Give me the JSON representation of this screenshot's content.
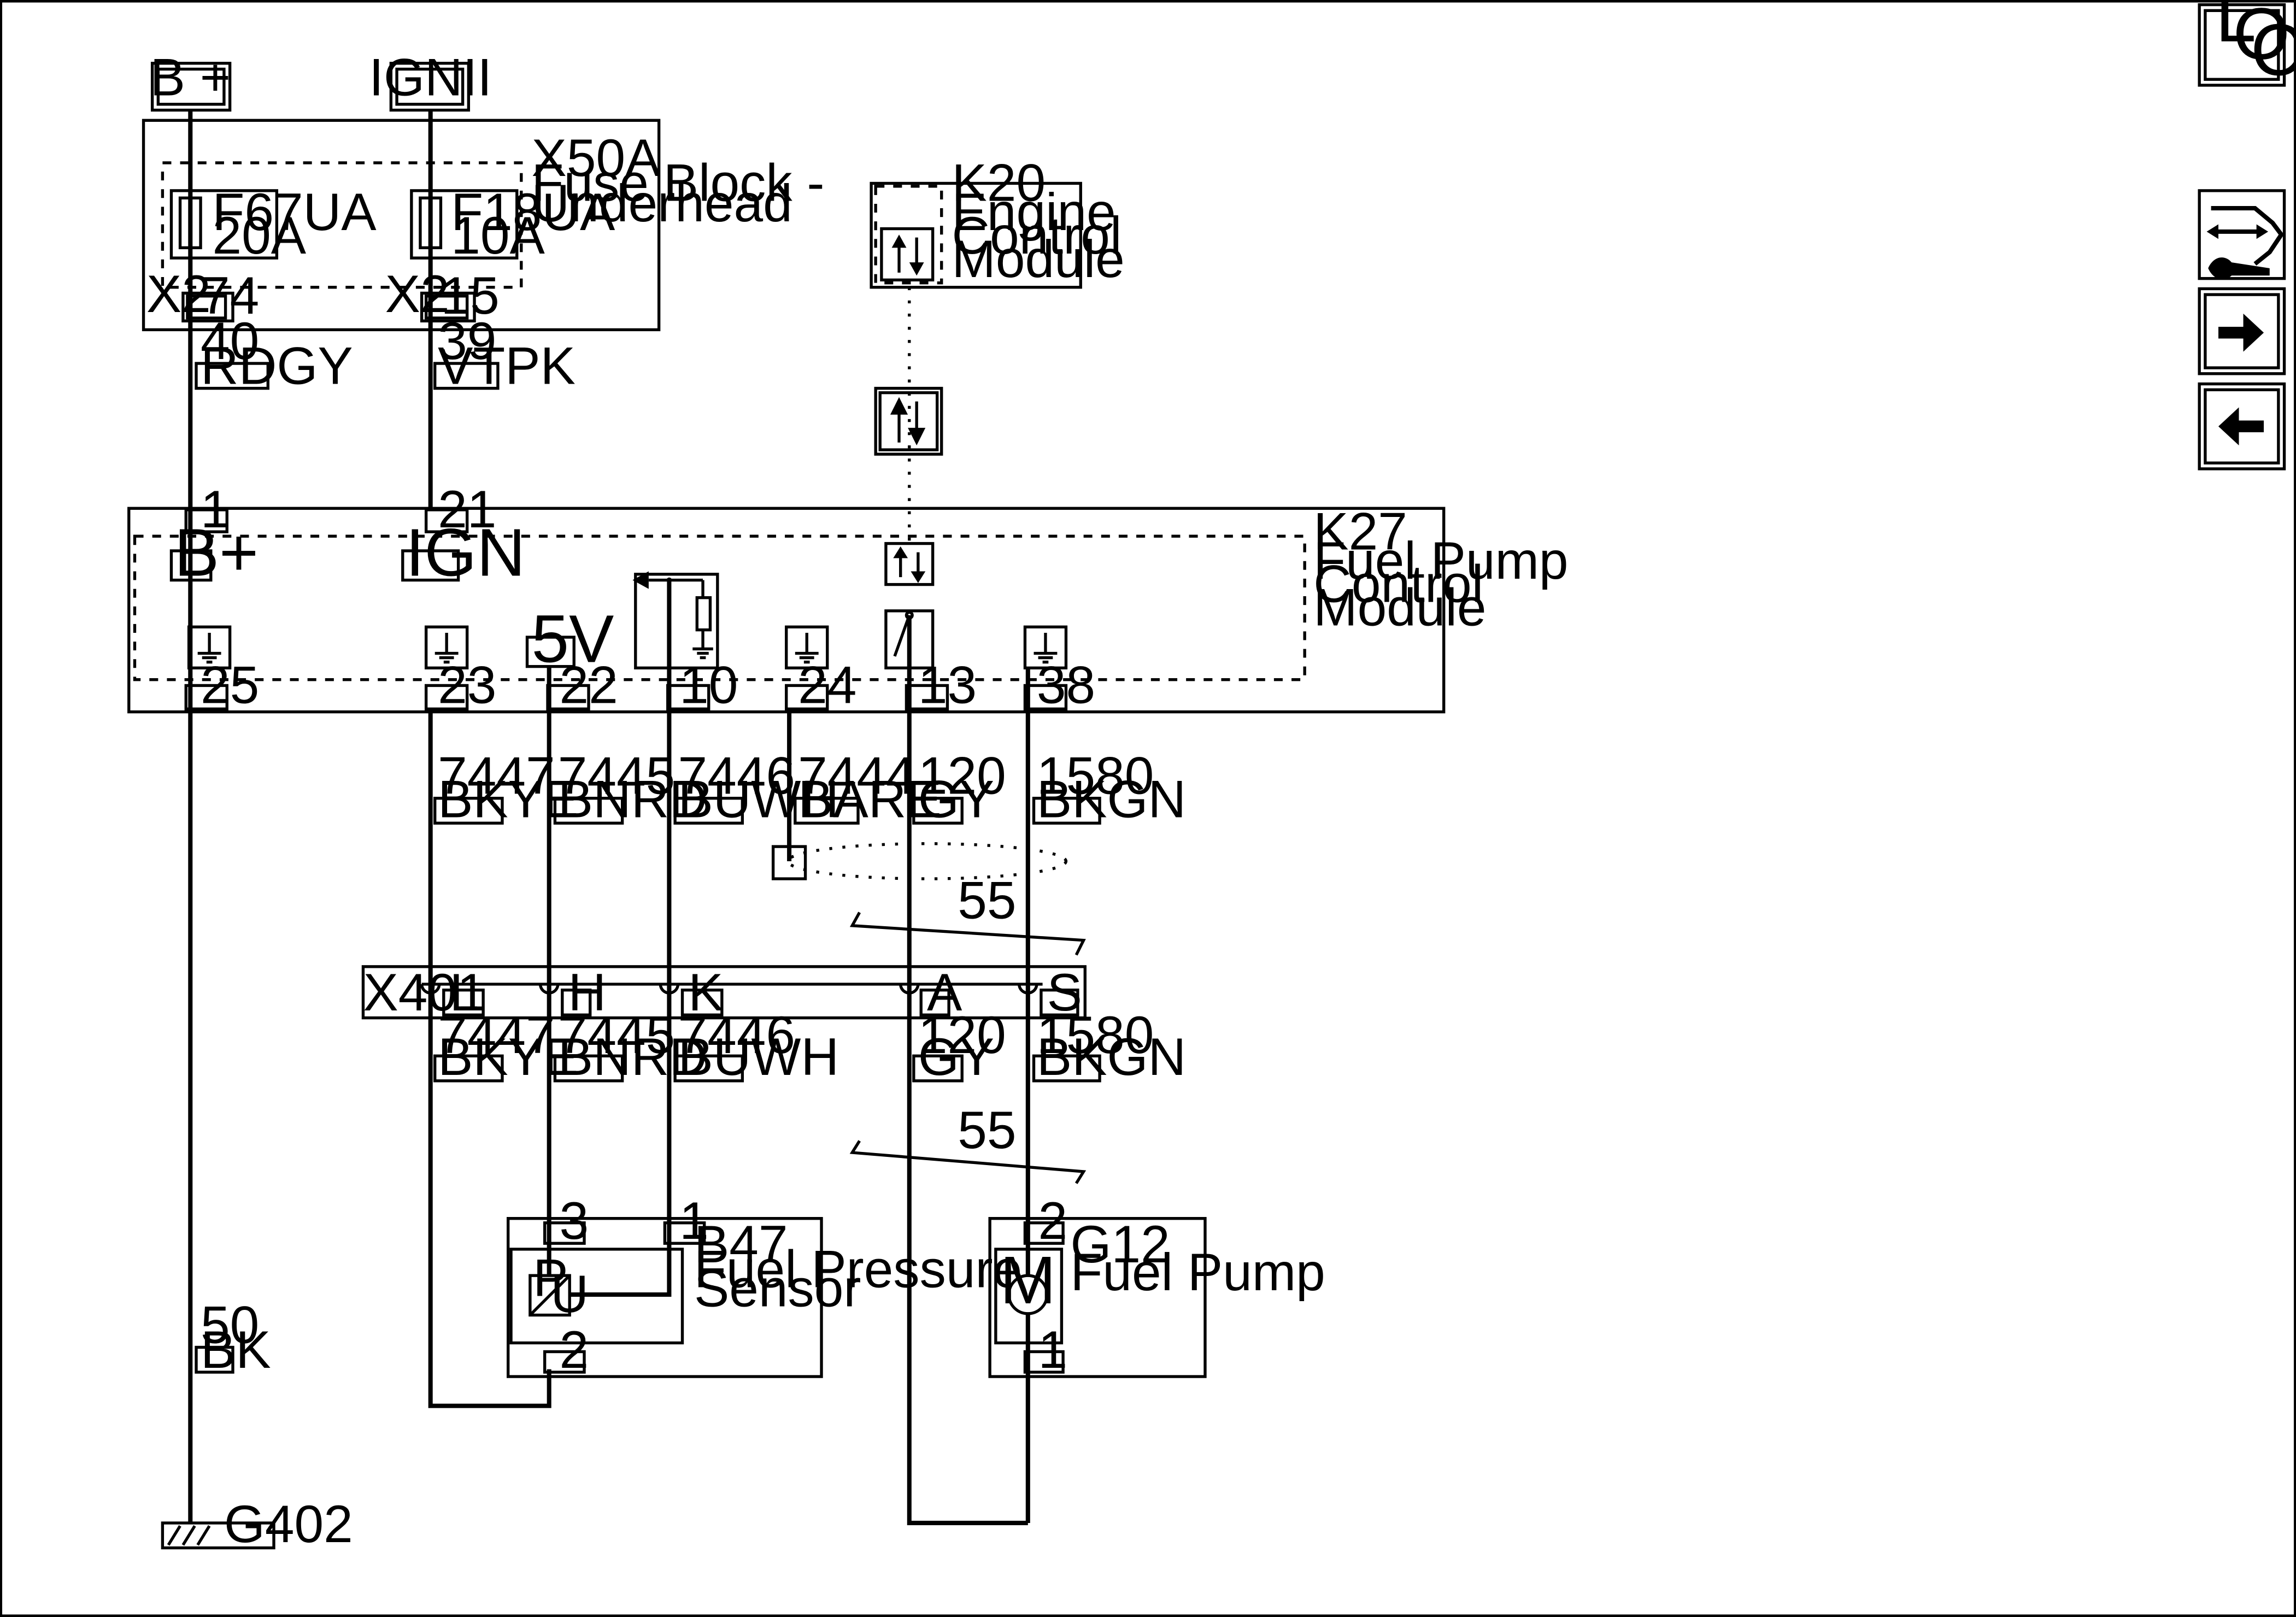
{
  "terminals": {
    "bplus": "B +",
    "ign": "IGNII"
  },
  "fuse_block": {
    "ref": "X50A",
    "name_line1": "Fuse Block -",
    "name_line2": "Underhead",
    "fuse1": {
      "ref": "F67UA",
      "rating": "20A"
    },
    "fuse2": {
      "ref": "F18UA",
      "rating": "10A"
    },
    "connector": "X2",
    "pin_a": "74",
    "pin_b": "15"
  },
  "ecm": {
    "ref": "K20",
    "line1": "Engine",
    "line2": "Control",
    "line3": "Module"
  },
  "fpcm": {
    "ref": "K27",
    "line1": "Fuel Pump",
    "line2": "Control",
    "line3": "Module",
    "input_pins": [
      "1",
      "21"
    ],
    "label_bplus": "B+",
    "label_ign": "IGN",
    "label_5v": "5V",
    "output_pins": [
      "25",
      "23",
      "22",
      "10",
      "24",
      "13",
      "38"
    ]
  },
  "upper_wires": [
    {
      "circuit": "40",
      "color": "RDGY"
    },
    {
      "circuit": "39",
      "color": "VTPK"
    }
  ],
  "harness_wires": [
    {
      "circuit": "7447",
      "color": "BKYE"
    },
    {
      "circuit": "7445",
      "color": "BNRD"
    },
    {
      "circuit": "7446",
      "color": "BUWH"
    },
    {
      "circuit": "7444",
      "color": "BARE"
    },
    {
      "circuit": "120",
      "color": "GY"
    },
    {
      "circuit": "1580",
      "color": "BKGN"
    }
  ],
  "inline_connector": {
    "ref": "X401",
    "pins": [
      "L",
      "H",
      "K",
      "A",
      "S"
    ]
  },
  "lower_wires": [
    {
      "circuit": "7447",
      "color": "BKYE"
    },
    {
      "circuit": "7445",
      "color": "BNRD"
    },
    {
      "circuit": "7446",
      "color": "BUWH"
    },
    {
      "circuit": "120",
      "color": "GY"
    },
    {
      "circuit": "1580",
      "color": "BKGN"
    }
  ],
  "twist_label": "55",
  "pressure_sensor": {
    "ref": "B47",
    "line1": "Fuel Pressure",
    "line2": "Sensor",
    "pins": [
      "3",
      "1",
      "2"
    ],
    "sym_p": "P",
    "sym_u": "U"
  },
  "fuel_pump": {
    "ref": "G12",
    "name": "Fuel Pump",
    "pins": [
      "2",
      "1"
    ],
    "symbol": "M"
  },
  "ground_wire": {
    "circuit": "50",
    "color": "BK"
  },
  "ground_ref": "G402",
  "nav": {
    "loc_l": "L",
    "loc_o": "O",
    "loc_c": "C"
  }
}
